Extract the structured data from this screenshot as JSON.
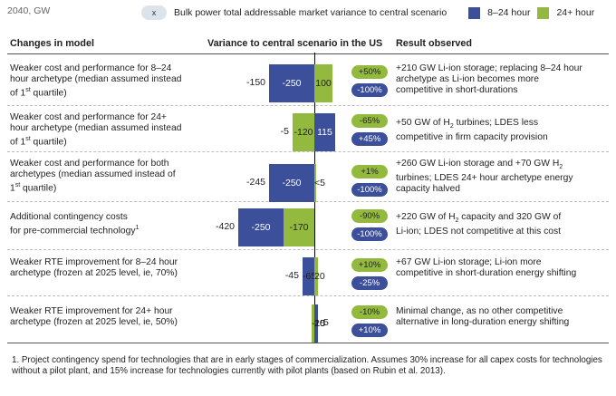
{
  "header": {
    "unit": "2040, GW",
    "legend_pill": "x",
    "legend_label": "Bulk power total addressable market variance to central scenario",
    "series_short": "8–24 hour",
    "series_long": "24+ hour"
  },
  "columns": {
    "changes": "Changes in model",
    "variance": "Variance to central scenario in the US",
    "result": "Result observed"
  },
  "chart_data": {
    "type": "bar",
    "orientation": "horizontal",
    "series": [
      {
        "name": "8–24 hour",
        "color": "#3b4f9a"
      },
      {
        "name": "24+ hour",
        "color": "#93ba3f"
      }
    ],
    "rows": [
      {
        "change": "Weaker cost and performance for 8–24 hour archetype (median assumed instead of 1st quartile)",
        "short": -250,
        "long": 100,
        "total": "-150",
        "short_label": "-250",
        "long_label": "100",
        "pct_long": "+50%",
        "pct_short": "-100%",
        "result": "+210 GW Li-ion storage; replacing 8–24 hour archetype as Li-ion becomes more competitive in short-durations"
      },
      {
        "change": "Weaker cost and performance for 24+ hour archetype (median assumed instead of 1st quartile)",
        "short": 115,
        "long": -120,
        "total": "-5",
        "short_label": "115",
        "long_label": "-120",
        "pct_long": "-65%",
        "pct_short": "+45%",
        "result": "+50 GW of H2 turbines; LDES less competitive in firm capacity provision"
      },
      {
        "change": "Weaker cost and performance for both archetypes (median assumed instead of 1st quartile)",
        "short": -250,
        "long": 5,
        "total": "-245",
        "short_label": "-250",
        "long_label": "<5",
        "pct_long": "+1%",
        "pct_short": "-100%",
        "result": "+260 GW Li-ion storage and +70 GW H2 turbines; LDES 24+ hour archetype energy capacity halved"
      },
      {
        "change": "Additional contingency costs for pre-commercial technology",
        "short": -250,
        "long": -170,
        "total": "-420",
        "short_label": "-250",
        "long_label": "-170",
        "pct_long": "-90%",
        "pct_short": "-100%",
        "result": "+220 GW of H2 capacity and 320 GW of Li-ion; LDES not competitive at this cost"
      },
      {
        "change": "Weaker RTE improvement for 8–24 hour archetype (frozen at 2025 level, ie, 70%)",
        "short": -65,
        "long": 20,
        "total": "-45",
        "short_label": "-65",
        "long_label": "20",
        "pct_long": "+10%",
        "pct_short": "-25%",
        "result": "+67 GW Li-ion storage; Li-ion more competitive in short-duration energy shifting"
      },
      {
        "change": "Weaker RTE improvement for 24+ hour archetype (frozen at 2025 level, ie, 50%)",
        "short": 20,
        "long": -15,
        "total": "5",
        "short_label": "20",
        "long_label": "-15",
        "pct_long": "-10%",
        "pct_short": "+10%",
        "result": "Minimal change, as no other competitive alternative in long-duration energy shifting"
      }
    ]
  },
  "footnote": "1.  Project contingency spend for technologies that are in early stages of commercialization.  Assumes 30% increase for all capex costs for technologies without a pilot plant, and 15% increase for technologies currently with pilot plants (based on Rubin et al. 2013)."
}
